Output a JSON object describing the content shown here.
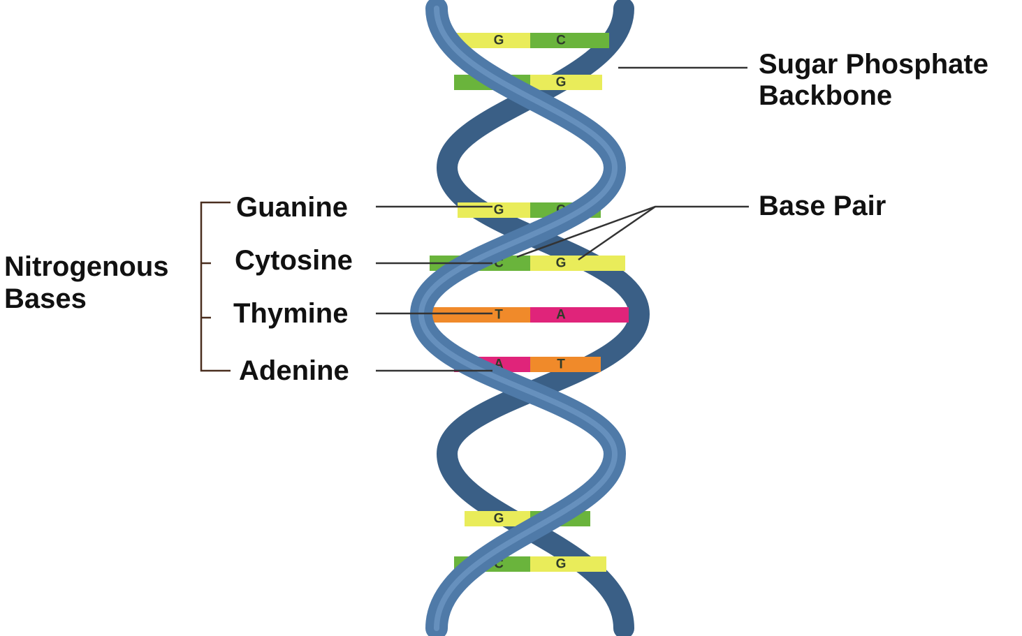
{
  "labels": {
    "backbone_line1": "Sugar Phosphate",
    "backbone_line2": "Backbone",
    "base_pair": "Base Pair",
    "nitrogenous_line1": "Nitrogenous",
    "nitrogenous_line2": "Bases",
    "guanine": "Guanine",
    "cytosine": "Cytosine",
    "thymine": "Thymine",
    "adenine": "Adenine"
  },
  "rungs": [
    {
      "left": "G",
      "right": "C",
      "left_color": "#e9ec5a",
      "right_color": "#6ab43c"
    },
    {
      "left": "C",
      "right": "G",
      "left_color": "#6ab43c",
      "right_color": "#e9ec5a"
    },
    {
      "left": "G",
      "right": "C",
      "left_color": "#e9ec5a",
      "right_color": "#6ab43c"
    },
    {
      "left": "C",
      "right": "G",
      "left_color": "#6ab43c",
      "right_color": "#e9ec5a"
    },
    {
      "left": "T",
      "right": "A",
      "left_color": "#f08a2a",
      "right_color": "#e0247a"
    },
    {
      "left": "A",
      "right": "T",
      "left_color": "#e0247a",
      "right_color": "#f08a2a"
    },
    {
      "left": "G",
      "right": "C",
      "left_color": "#e9ec5a",
      "right_color": "#6ab43c"
    },
    {
      "left": "C",
      "right": "G",
      "left_color": "#6ab43c",
      "right_color": "#e9ec5a"
    }
  ],
  "colors": {
    "backbone": "#4f7aa8",
    "backbone_dark": "#3a5f86",
    "backbone_light": "#6f97c2"
  }
}
